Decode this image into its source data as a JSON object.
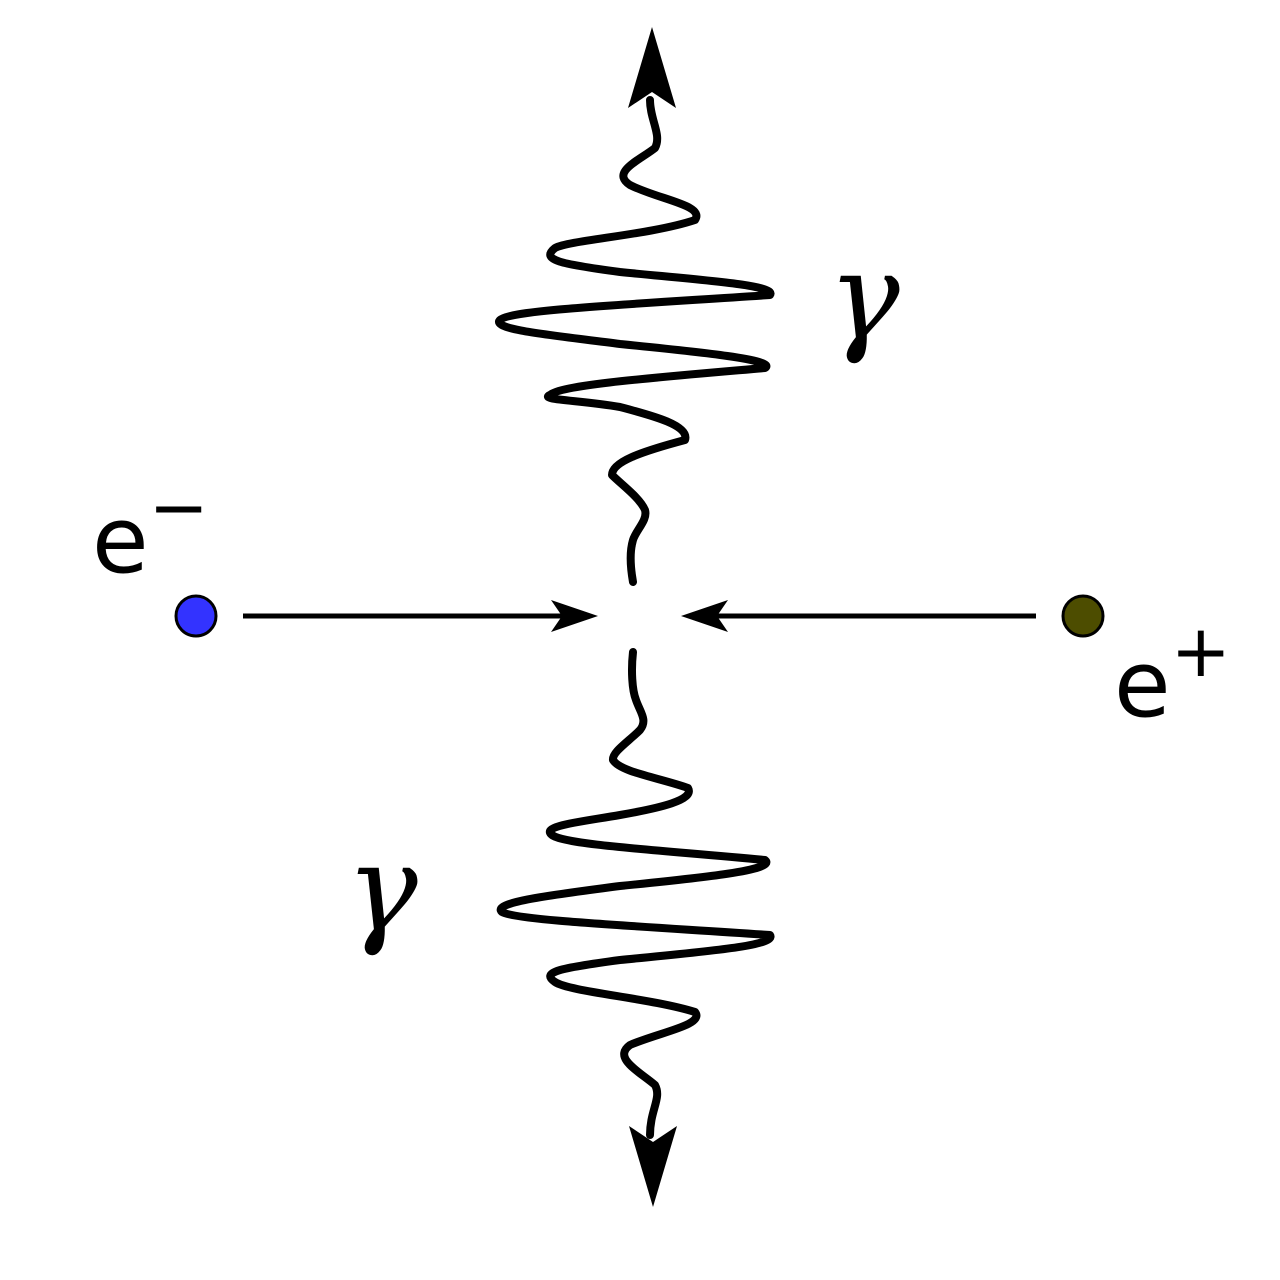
{
  "labels": {
    "electron": {
      "base": "e",
      "charge": "−"
    },
    "positron": {
      "base": "e",
      "charge": "+"
    },
    "photon_top": "γ",
    "photon_bottom": "γ"
  },
  "colors": {
    "electron": "#3333ff",
    "positron": "#4d4d00",
    "stroke": "#000000"
  }
}
